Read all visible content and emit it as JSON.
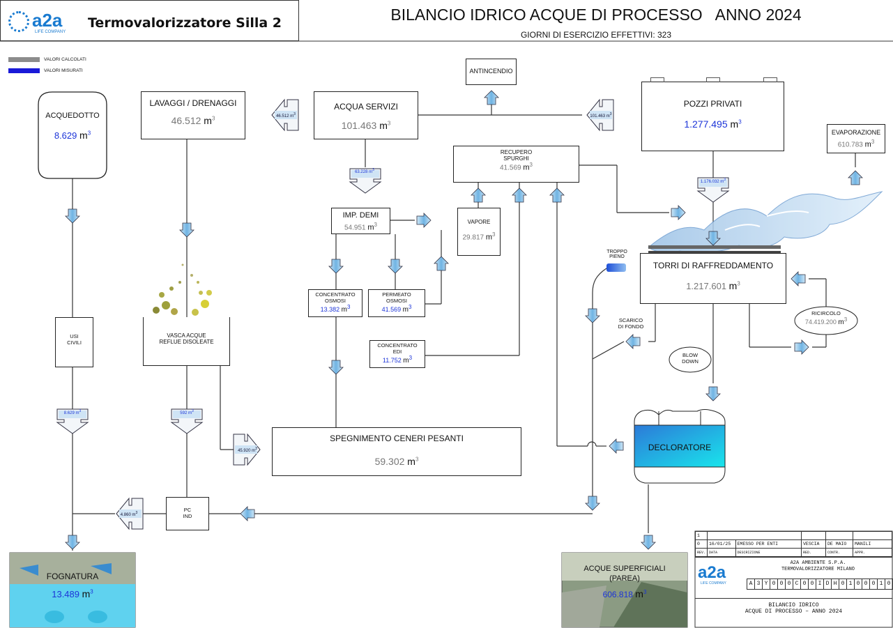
{
  "header": {
    "logo_text": "a2a",
    "logo_sub": "LIFE COMPANY",
    "plant_name": "Termovalorizzatore Silla 2",
    "title": "BILANCIO IDRICO ACQUE DI PROCESSO   ANNO 2024",
    "subtitle": "GIORNI DI ESERCIZIO EFFETTIVI: 323"
  },
  "legend": {
    "items": [
      {
        "label": "VALORI CALCOLATI",
        "color": "#8c8c8c"
      },
      {
        "label": "VALORI MISURATI",
        "color": "#1a1ad8"
      }
    ]
  },
  "unit": "m",
  "unit_exp": "3",
  "nodes": {
    "acquedotto": {
      "label": "ACQUEDOTTO",
      "value": "8.629"
    },
    "lavaggi": {
      "label": "LAVAGGI / DRENAGGI",
      "value": "46.512"
    },
    "acqua_servizi": {
      "label": "ACQUA SERVIZI",
      "value": "101.463"
    },
    "antincendio": {
      "label": "ANTINCENDIO"
    },
    "pozzi": {
      "label": "POZZI PRIVATI",
      "value": "1.277.495"
    },
    "evaporazione": {
      "label": "EVAPORAZIONE",
      "value": "610.783"
    },
    "recupero": {
      "label1": "RECUPERO",
      "label2": "SPURGHI",
      "value": "41.569"
    },
    "imp_demi": {
      "label": "IMP. DEMI",
      "value": "54.951"
    },
    "vapore": {
      "label": "VAPORE",
      "value": "29.817"
    },
    "concentrato_osmosi": {
      "label1": "CONCENTRATO",
      "label2": "OSMOSI",
      "value": "13.382"
    },
    "permeato_osmosi": {
      "label1": "PERMEATO",
      "label2": "OSMOSI",
      "value": "41.569"
    },
    "concentrato_edi": {
      "label1": "CONCENTRATO",
      "label2": "EDI",
      "value": "11.752"
    },
    "usi_civili": {
      "label1": "USI",
      "label2": "CIVILI"
    },
    "vasca": {
      "label1": "VASCA ACQUE",
      "label2": "REFLUE DISOLEATE"
    },
    "torri": {
      "label": "TORRI DI RAFFREDDAMENTO",
      "value": "1.217.601"
    },
    "troppo_pieno": {
      "label1": "TROPPO",
      "label2": "PIENO"
    },
    "scarico_fondo": {
      "label1": "SCARICO",
      "label2": "DI FONDO"
    },
    "ricircolo": {
      "label": "RICIRCOLO",
      "value": "74.419.200"
    },
    "blow_down": {
      "label1": "BLOW",
      "label2": "DOWN"
    },
    "decloratore": {
      "label": "DECLORATORE"
    },
    "spegnimento": {
      "label": "SPEGNIMENTO CENERI PESANTI",
      "value": "59.302"
    },
    "pc_ind": {
      "label1": "PC",
      "label2": "IND"
    },
    "fognatura": {
      "label": "FOGNATURA",
      "value": "13.489"
    },
    "acque_superficiali": {
      "label1": "ACQUE SUPERFICIALI",
      "label2": "(PAREA)",
      "value": "606.818"
    }
  },
  "flows": {
    "to_lavaggi": "46.512",
    "to_demi": "63.228",
    "from_pozzi": "101.463",
    "pozzi_to_torri": "1.176.032",
    "acquedotto_fogna": "8.629",
    "vasca_pc": "592",
    "vasca_spegn": "45.920",
    "pc_fogna": "4.860"
  },
  "title_block": {
    "rows": [
      {
        "rev": "1",
        "date": "",
        "desc": "",
        "red": "",
        "contr": "",
        "appr": ""
      },
      {
        "rev": "0",
        "date": "16/01/25",
        "desc": "EMESSO PER ENTI",
        "red": "VESCIA",
        "contr": "DE MAIO",
        "appr": "MANILI"
      }
    ],
    "headers": {
      "rev": "REV.",
      "date": "DATA",
      "desc": "DESCRIZIONE",
      "red": "RED.",
      "contr": "CONTR.",
      "appr": "APPR."
    },
    "company": "A2A AMBIENTE S.P.A.",
    "plant": "TERMOVALORIZZATORE MILANO",
    "code": [
      "A",
      "3",
      "Y",
      "0",
      "0",
      "0",
      "C",
      "0",
      "0",
      "I",
      "D",
      "H",
      "0",
      "1",
      "0",
      "0",
      "0",
      "1",
      "0",
      "0"
    ],
    "drawing_title1": "BILANCIO IDRICO",
    "drawing_title2": "ACQUE DI PROCESSO – ANNO 2024"
  }
}
